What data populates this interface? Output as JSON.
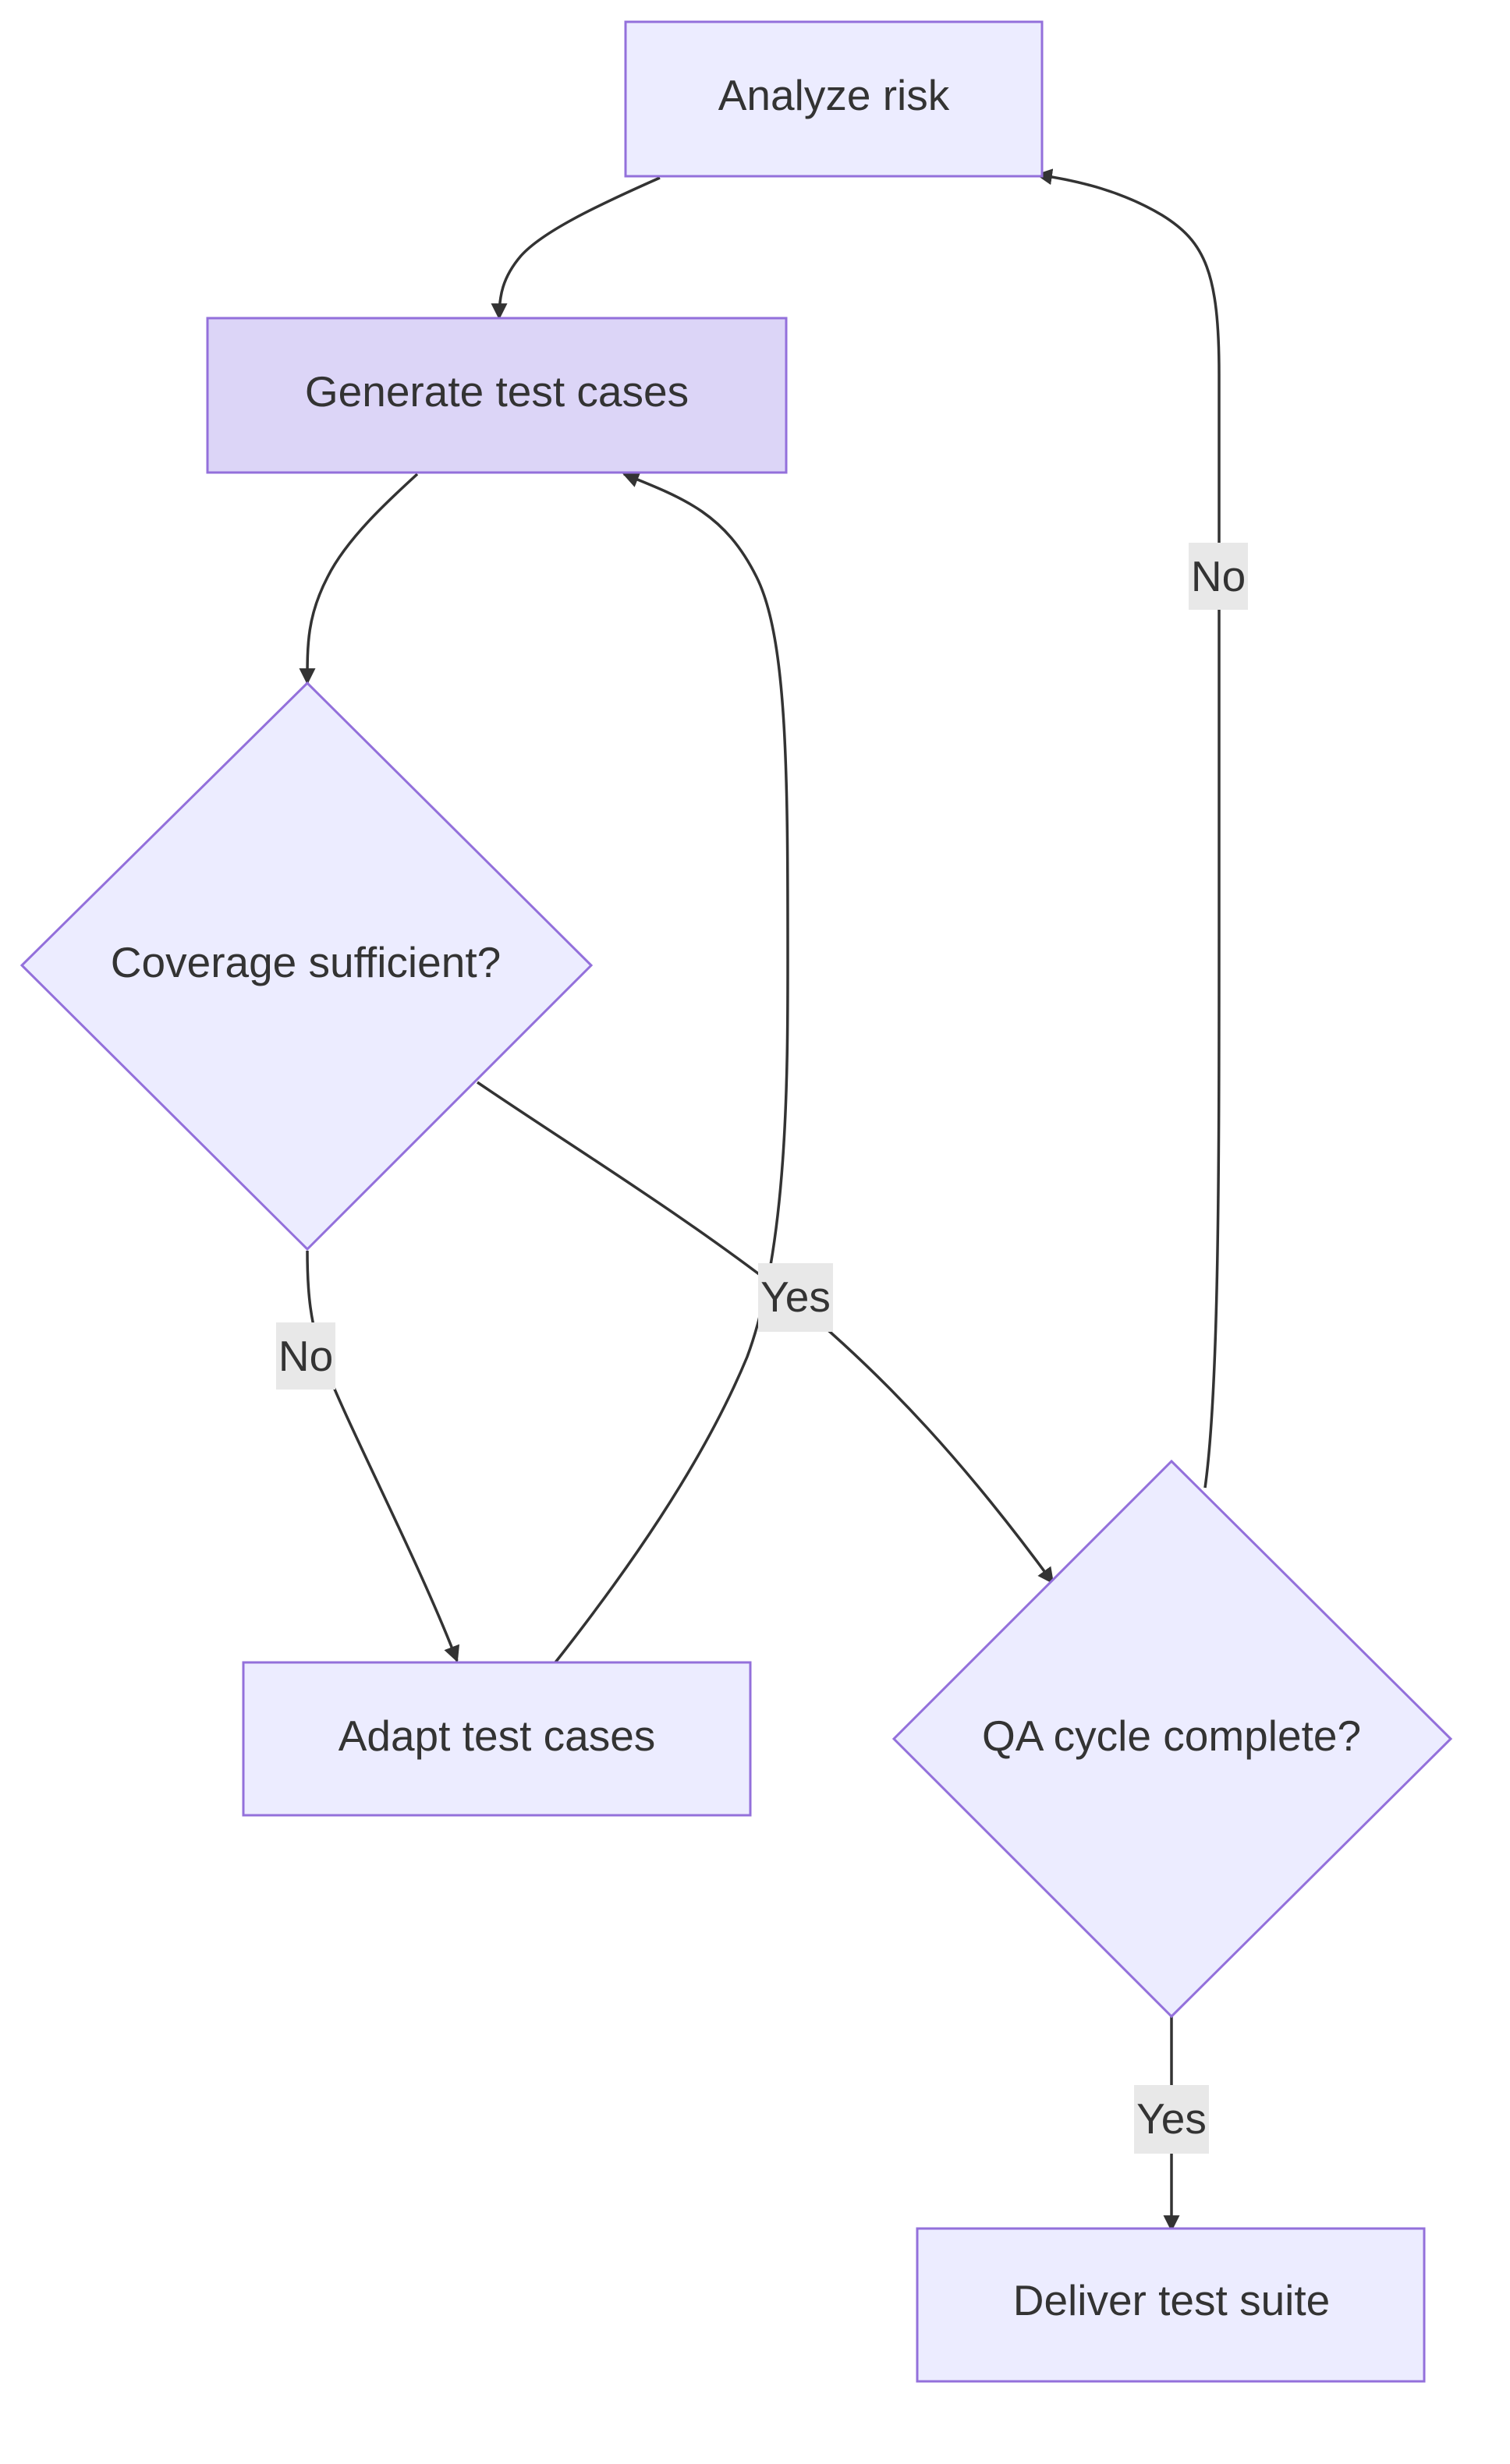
{
  "nodes": {
    "analyze_risk": "Analyze risk",
    "generate_test_cases": "Generate test cases",
    "coverage_sufficient": "Coverage sufficient?",
    "adapt_test_cases": "Adapt test cases",
    "qa_cycle_complete": "QA cycle complete?",
    "deliver_test_suite": "Deliver test suite"
  },
  "edges": {
    "coverage_no": "No",
    "coverage_yes": "Yes",
    "qa_no": "No",
    "qa_yes": "Yes"
  },
  "colors": {
    "node_fill": "#ececff",
    "node_fill_highlight": "#dcd5f7",
    "node_stroke": "#9370db",
    "edge": "#333333",
    "edge_label_bg": "#e8e8e8"
  }
}
